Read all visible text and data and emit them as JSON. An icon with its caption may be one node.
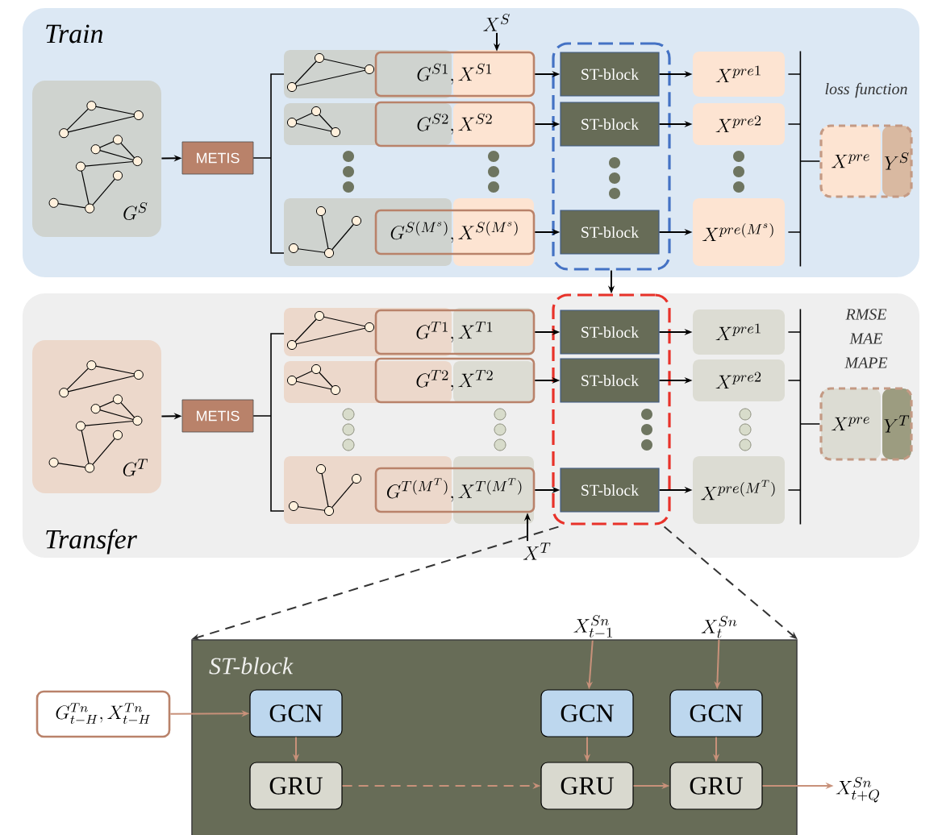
{
  "diagram": {
    "nodes": [
      {
        "text": [
          "Train"
        ]
      },
      {
        "text": [
          "G^S"
        ],
        "in": 0
      },
      {
        "text": [
          "METIS"
        ],
        "in": 0
      },
      {
        "text": [
          "X^S"
        ],
        "in": 0
      },
      {
        "text": [
          "G^{S1},X^{S1}"
        ],
        "in": 0
      },
      {
        "text": [
          "G^{S2},X^{S2}"
        ],
        "in": 0
      },
      {
        "text": [
          "G^{S(M^s)},X^{S(M^s)}"
        ],
        "in": 0
      },
      {
        "text": [],
        "shape": "box",
        "in": 0
      },
      {
        "text": [
          "ST-block"
        ],
        "in": 7
      },
      {
        "text": [
          "ST-block"
        ],
        "in": 7
      },
      {
        "text": [
          "ST-block"
        ],
        "in": 7
      },
      {
        "text": [
          "X^{pre1}"
        ],
        "in": 0
      },
      {
        "text": [
          "X^{pre2}"
        ],
        "in": 0
      },
      {
        "text": [
          "X^{pre(M^s)}"
        ],
        "in": 0
      },
      {
        "text": [
          "X^{pre}",
          "Y^S"
        ],
        "beside": [
          "loss function"
        ],
        "in": 0
      },
      {
        "text": [
          "Transfer"
        ]
      },
      {
        "text": [
          "G^T"
        ],
        "in": 15
      },
      {
        "text": [
          "METIS"
        ],
        "in": 15
      },
      {
        "text": [
          "G^{T1},X^{T1}"
        ],
        "in": 15
      },
      {
        "text": [
          "G^{T2},X^{T2}"
        ],
        "in": 15
      },
      {
        "text": [
          "G^{T(M^T)},X^{T(M^T)}"
        ],
        "in": 15
      },
      {
        "text": [],
        "shape": "box",
        "in": 15
      },
      {
        "text": [
          "ST-block"
        ],
        "in": 21
      },
      {
        "text": [
          "ST-block"
        ],
        "in": 21
      },
      {
        "text": [
          "ST-block"
        ],
        "in": 21
      },
      {
        "text": [
          "X^{pre1}"
        ],
        "in": 15
      },
      {
        "text": [
          "X^{pre2}"
        ],
        "in": 15
      },
      {
        "text": [
          "X^{pre(M^T)}"
        ],
        "in": 15
      },
      {
        "text": [
          "X^{pre}",
          "Y^T"
        ],
        "beside": [
          "RMSE",
          "MAE",
          "MAPE"
        ],
        "in": 15
      },
      {
        "text": [
          "X^T"
        ],
        "in": 15
      },
      {
        "text": [
          "G^{Tn}_{t-H},X^{Tn}_{t-H}"
        ]
      },
      {
        "text": [
          "ST-block"
        ]
      },
      {
        "text": [
          "X^{Sn}_{t-1}"
        ]
      },
      {
        "text": [
          "X^{Sn}_{t}"
        ]
      },
      {
        "text": [
          "GCN"
        ],
        "in": 31
      },
      {
        "text": [
          "GCN"
        ],
        "in": 31
      },
      {
        "text": [
          "GCN"
        ],
        "in": 31
      },
      {
        "text": [
          "GRU"
        ],
        "in": 31
      },
      {
        "text": [
          "GRU"
        ],
        "in": 31
      },
      {
        "text": [
          "GRU"
        ],
        "in": 31
      },
      {
        "text": [
          "X^{Sn}_{t+Q}"
        ]
      }
    ],
    "edges": [
      {
        "from": 1,
        "to": 2,
        "arrow": "to"
      },
      {
        "from": 3,
        "to": 4,
        "arrow": "to"
      },
      {
        "from": 4,
        "to": 8,
        "arrow": "to"
      },
      {
        "from": 5,
        "to": 9,
        "arrow": "to"
      },
      {
        "from": 6,
        "to": 10,
        "arrow": "to"
      },
      {
        "from": 8,
        "to": 11,
        "arrow": "to"
      },
      {
        "from": 9,
        "to": 12,
        "arrow": "to"
      },
      {
        "from": 10,
        "to": 13,
        "arrow": "to"
      },
      {
        "from": 7,
        "to": 21,
        "arrow": "to"
      },
      {
        "from": 16,
        "to": 17,
        "arrow": "to"
      },
      {
        "from": 29,
        "to": 20,
        "arrow": "to"
      },
      {
        "from": 18,
        "to": 22,
        "arrow": "to"
      },
      {
        "from": 19,
        "to": 23,
        "arrow": "to"
      },
      {
        "from": 20,
        "to": 24,
        "arrow": "to"
      },
      {
        "from": 22,
        "to": 25,
        "arrow": "to"
      },
      {
        "from": 23,
        "to": 26,
        "arrow": "to"
      },
      {
        "from": 24,
        "to": 27,
        "arrow": "to"
      },
      {
        "from": 21,
        "to": 31,
        "arrow": "to",
        "style": "dashed"
      },
      {
        "from": 21,
        "to": 31,
        "arrow": "to",
        "style": "dashed"
      },
      {
        "from": 30,
        "to": 34,
        "arrow": "to",
        "color": "#c8917a"
      },
      {
        "from": 32,
        "to": 35,
        "arrow": "to",
        "color": "#c8917a"
      },
      {
        "from": 33,
        "to": 36,
        "arrow": "to",
        "color": "#c8917a"
      },
      {
        "from": 34,
        "to": 37,
        "arrow": "to",
        "color": "#c8917a"
      },
      {
        "from": 35,
        "to": 38,
        "arrow": "to",
        "color": "#c8917a"
      },
      {
        "from": 36,
        "to": 39,
        "arrow": "to",
        "color": "#c8917a"
      },
      {
        "from": 37,
        "to": 38,
        "arrow": "to",
        "style": "dashed",
        "color": "#c8917a"
      },
      {
        "from": 38,
        "to": 39,
        "arrow": "to",
        "color": "#c8917a"
      },
      {
        "from": 39,
        "to": 40,
        "arrow": "to",
        "color": "#c8917a"
      },
      {
        "from": 11,
        "to": 14,
        "arrow": "none"
      },
      {
        "from": 12,
        "to": 14,
        "arrow": "none"
      },
      {
        "from": 13,
        "to": 14,
        "arrow": "none"
      },
      {
        "from": 25,
        "to": 28,
        "arrow": "none"
      },
      {
        "from": 26,
        "to": 28,
        "arrow": "none"
      },
      {
        "from": 27,
        "to": 28,
        "arrow": "none"
      }
    ]
  }
}
